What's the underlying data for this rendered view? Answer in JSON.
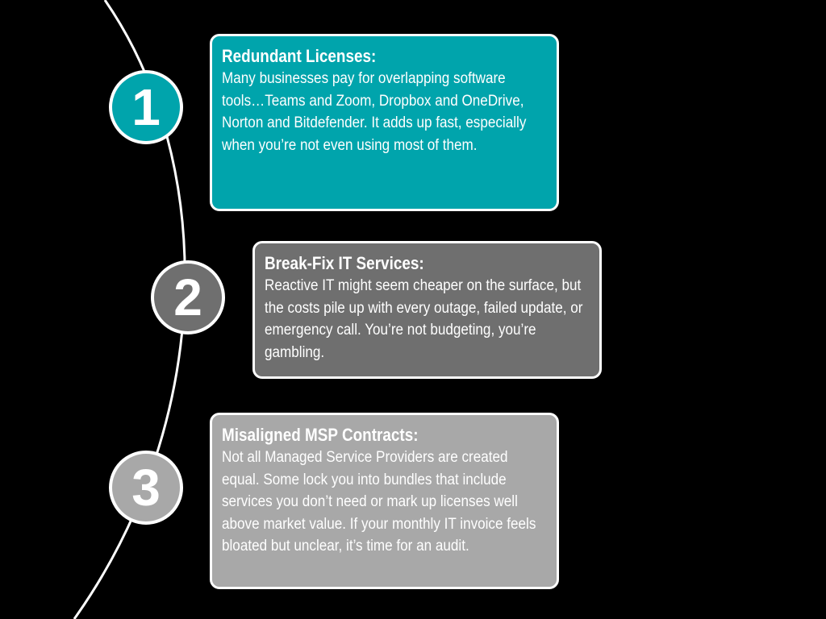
{
  "steps": [
    {
      "number": "1",
      "title": "Redundant Licenses:",
      "body": "Many businesses pay for overlapping software tools…Teams and Zoom, Dropbox and OneDrive, Norton and Bitdefender. It adds up fast, especially when you’re not even using most of them.",
      "color": "#00a4ac"
    },
    {
      "number": "2",
      "title": "Break-Fix IT Services:",
      "body": "Reactive IT might seem cheaper on the surface, but the costs pile up with every outage, failed update, or emergency call. You’re not budgeting, you’re gambling.",
      "color": "#6f6f6f"
    },
    {
      "number": "3",
      "title": "Misaligned MSP Contracts:",
      "body": "Not all Managed Service Providers are created equal. Some lock you into bundles that include services you don’t need or mark up licenses well above market value. If your monthly IT invoice feels bloated but unclear, it’s time for an audit.",
      "color": "#a8a8a8"
    }
  ]
}
